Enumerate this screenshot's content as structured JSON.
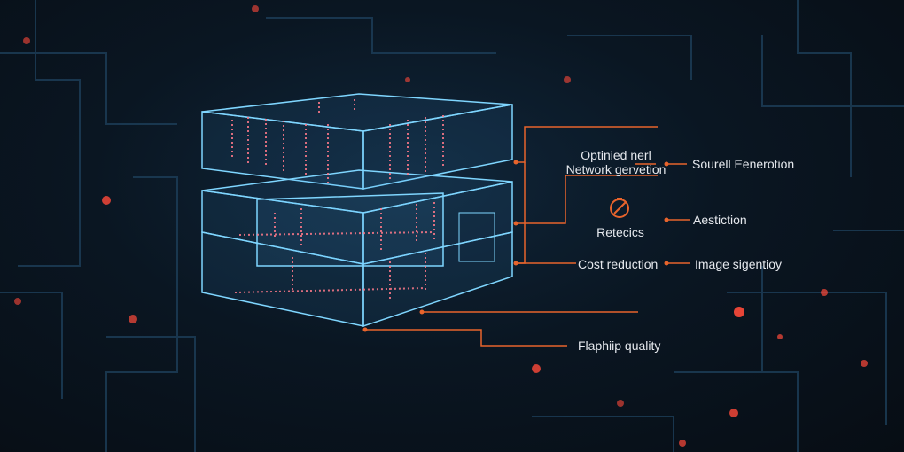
{
  "colors": {
    "accent": "#e8642c",
    "wire": "#6fd0ff",
    "code": "#ff7a8a",
    "text": "#e6e9ee"
  },
  "labels": {
    "optimized_line1": "Optinied nerl",
    "optimized_line2": "Network gervetion",
    "source_generation": "Sourell Eenerotion",
    "retecics": "Retecics",
    "aestiction": "Aestiction",
    "cost_reduction": "Cost reduction",
    "image_generation": "Image sigentioy",
    "flagship_quality": "Flaphiip quality"
  },
  "icons": {
    "gauge": "gauge-icon"
  }
}
